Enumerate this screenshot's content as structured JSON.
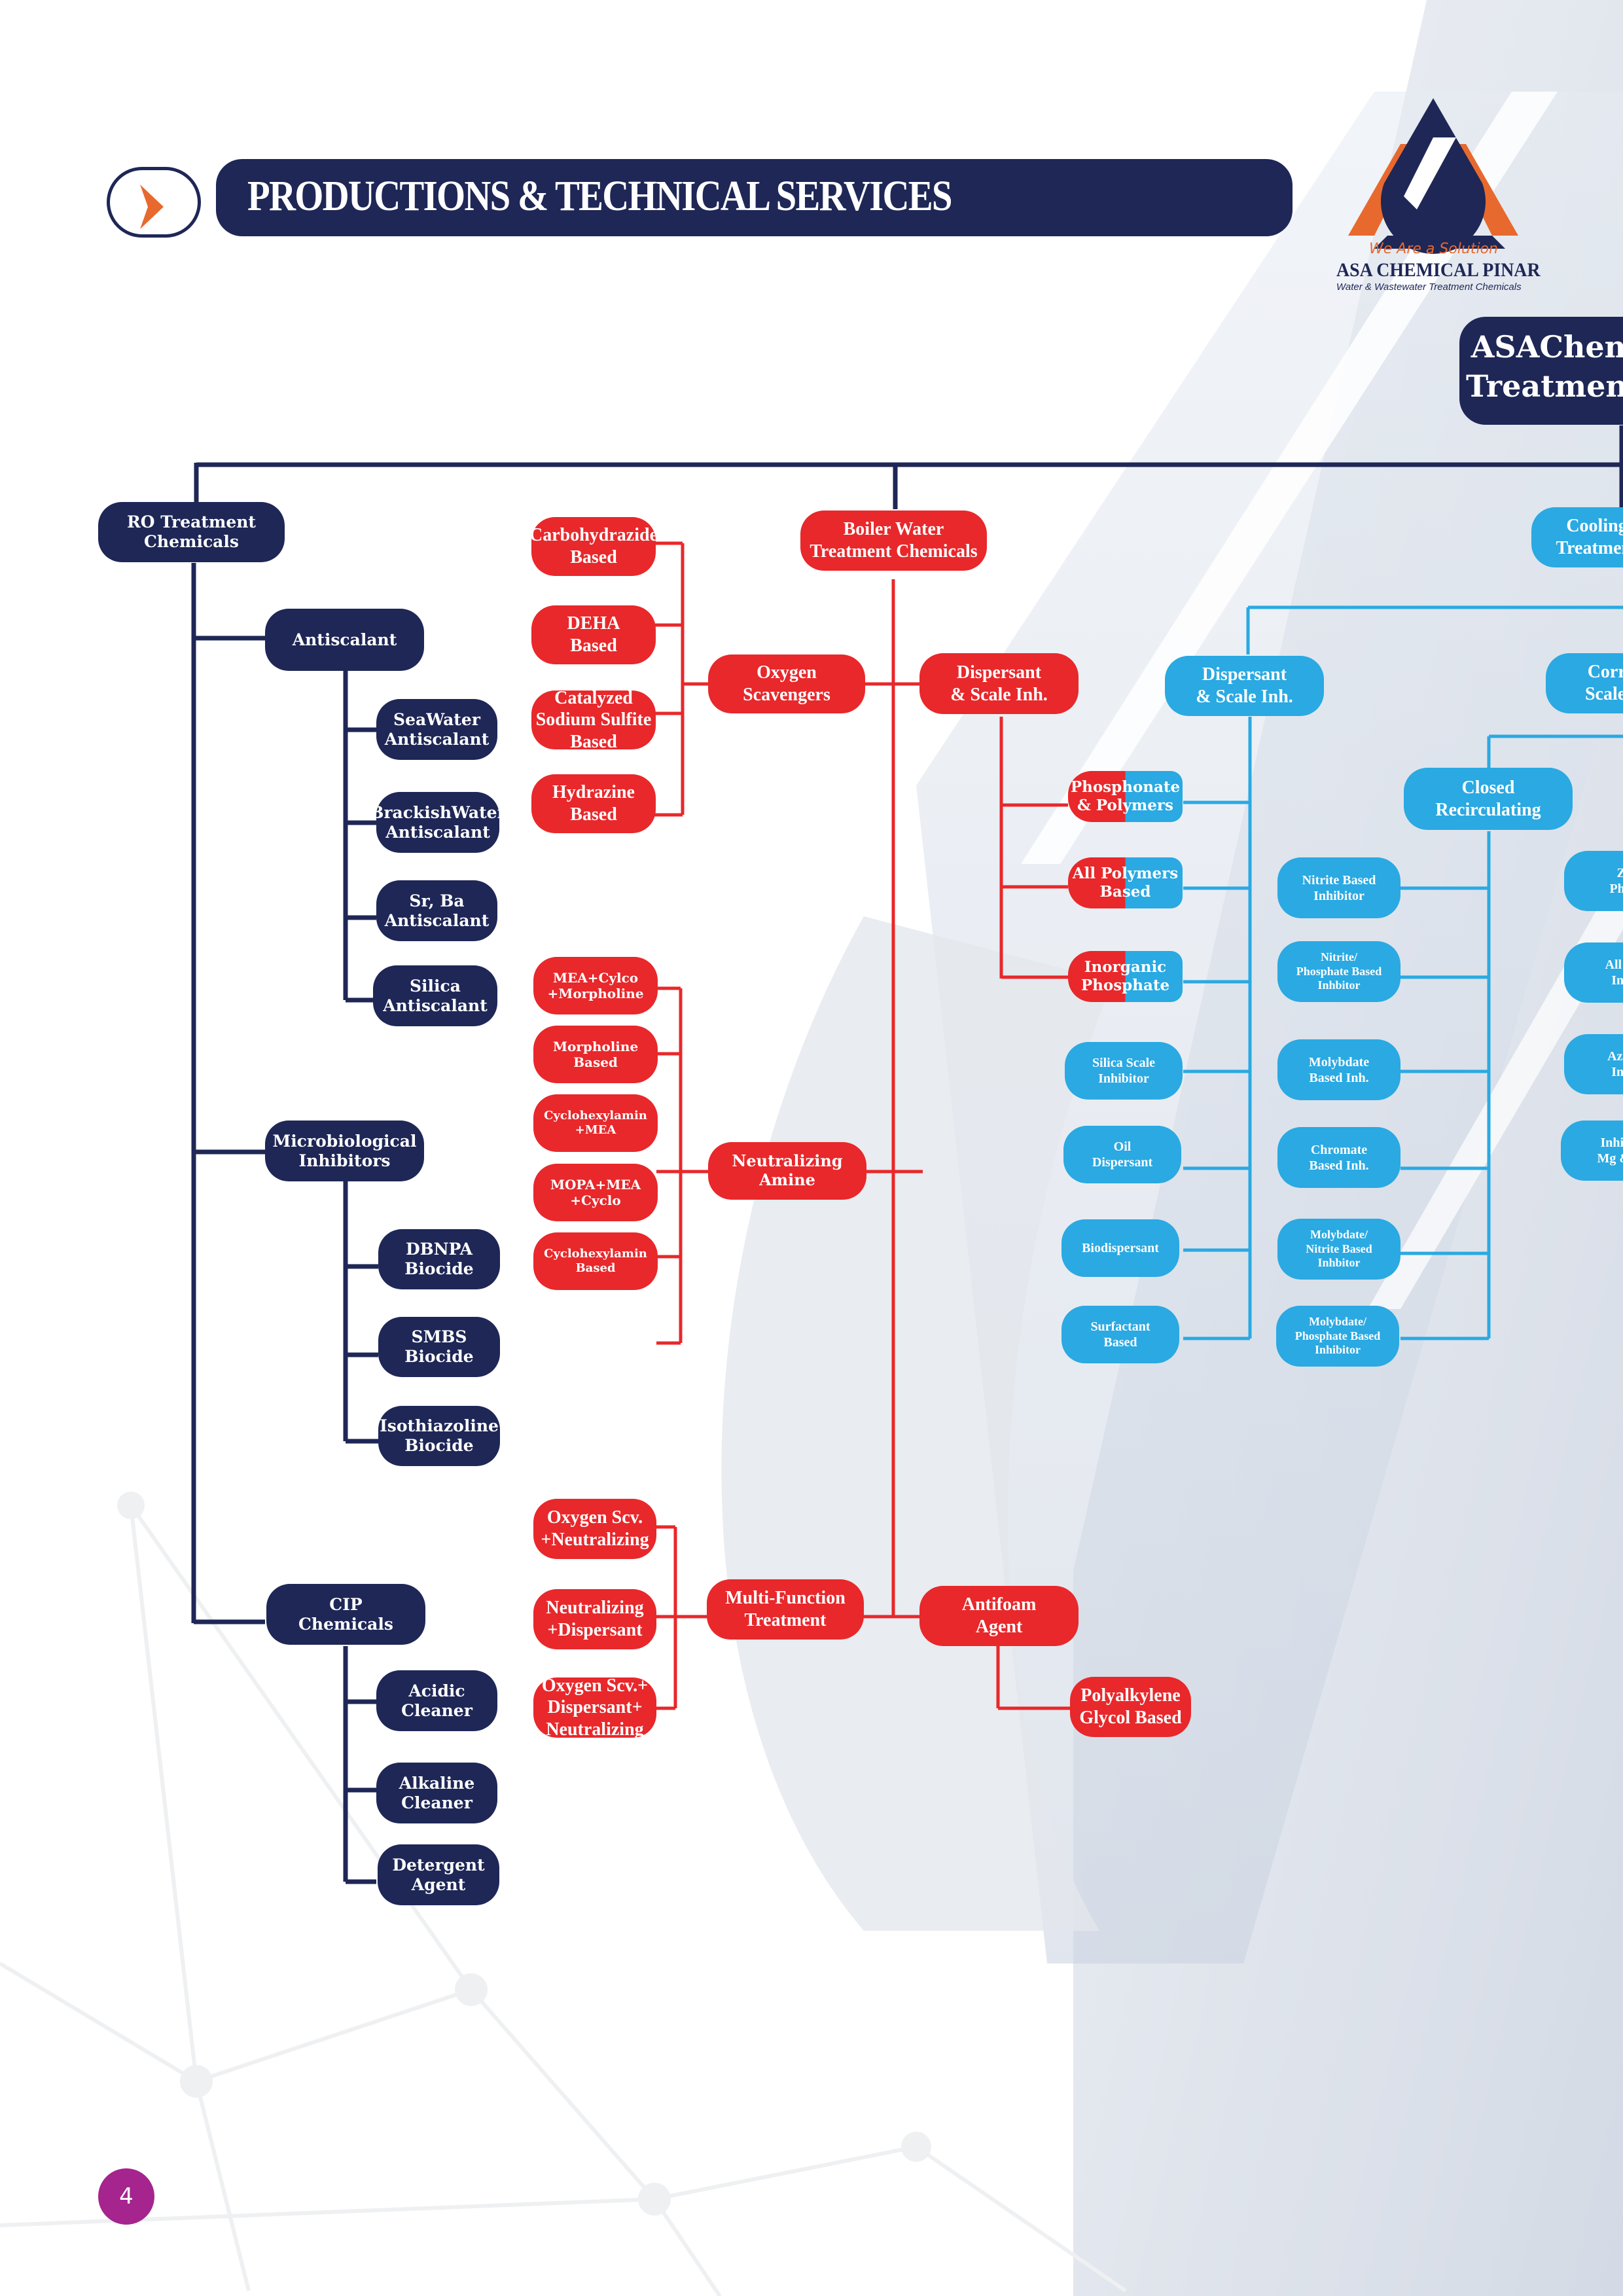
{
  "header": {
    "title": "PRODUCTIONS & TECHNICAL SERVICES",
    "icon": "chevron-right-icon"
  },
  "logo": {
    "tagline": "We Are a Solution",
    "company": "ASA CHEMICAL PINAR",
    "subtitle": "Water & Wastewater Treatment Chemicals"
  },
  "root": {
    "line1": "ASAChem",
    "line2": "Treatment"
  },
  "colors": {
    "navy": "#1e2756",
    "red": "#e8282b",
    "blue": "#2aa9e2",
    "orange": "#e8692e",
    "page_badge": "#a5248e"
  },
  "ro": {
    "title": "RO Treatment\nChemicals",
    "groups": [
      {
        "label": "Antiscalant",
        "items": [
          "SeaWater\nAntiscalant",
          "BrackishWater\nAntiscalant",
          "Sr, Ba\nAntiscalant",
          "Silica\nAntiscalant"
        ]
      },
      {
        "label": "Microbiological\nInhibitors",
        "items": [
          "DBNPA\nBiocide",
          "SMBS\nBiocide",
          "Isothiazoline\nBiocide"
        ]
      },
      {
        "label": "CIP\nChemicals",
        "items": [
          "Acidic\nCleaner",
          "Alkaline\nCleaner",
          "Detergent\nAgent"
        ]
      }
    ]
  },
  "boiler": {
    "title": "Boiler Water\nTreatment Chemicals",
    "oxygen": {
      "label": "Oxygen\nScavengers",
      "items": [
        "Carbohydrazide\nBased",
        "DEHA\nBased",
        "Catalyzed\nSodium Sulfite\nBased",
        "Hydrazine\nBased"
      ]
    },
    "neutralizing": {
      "label": "Neutralizing\nAmine",
      "items": [
        "MEA+Cylco\n+Morpholine",
        "Morpholine\nBased",
        "Cyclohexylamin\n+MEA",
        "MOPA+MEA\n+Cyclo",
        "Cyclohexylamin\nBased"
      ]
    },
    "multi": {
      "label": "Multi-Function\nTreatment",
      "items": [
        "Oxygen Scv.\n+Neutralizing",
        "Neutralizing\n+Dispersant",
        "Oxygen Scv.+\nDispersant+\nNeutralizing"
      ]
    },
    "dispersant": {
      "label": "Dispersant\n& Scale Inh."
    },
    "antifoam": {
      "label": "Antifoam\nAgent",
      "items": [
        "Polyalkylene\nGlycol Based"
      ]
    }
  },
  "shared": [
    "Phosphonate\n& Polymers",
    "All Polymers\nBased",
    "Inorganic\nPhosphate"
  ],
  "cooling": {
    "title": "Cooling\nTreatment",
    "dispersant": {
      "label": "Dispersant\n& Scale Inh.",
      "items": [
        "Silica Scale\nInhibitor",
        "Oil\nDispersant",
        "Biodispersant",
        "Surfactant\nBased"
      ]
    },
    "closed": {
      "label": "Closed\nRecirculating",
      "items": [
        "Nitrite Based\nInhibitor",
        "Nitrite/\nPhosphate Based\nInhbitor",
        "Molybdate\nBased Inh.",
        "Chromate\nBased Inh.",
        "Molybdate/\nNitrite Based\nInhbitor",
        "Molybdate/\nPhosphate Based\nInhibitor"
      ]
    },
    "corrosion": {
      "label": "Corro\nScale I",
      "items": [
        "Zi\nPhos",
        "All Or\nInhi",
        "Azole\nInhi",
        "Inhibit\nMg & A"
      ]
    }
  },
  "footer": {
    "page_number": "4"
  }
}
